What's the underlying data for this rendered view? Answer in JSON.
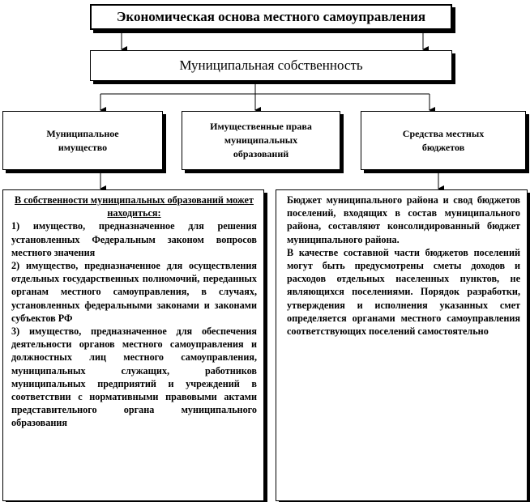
{
  "title": "Экономическая основа местного самоуправления",
  "municipal_property": "Муниципальная собственность",
  "categories": [
    "Муниципальное имущество",
    "Имущественные права муниципальных образований",
    "Средства местных бюджетов"
  ],
  "left_panel": {
    "heading": "В собственности муниципальных образований может находиться:",
    "items": [
      "1) имущество, предназначенное для решения установленных Федеральным законом вопросов местного значения",
      "2) имущество, предназначенное для осуществления отдельных государственных полномочий, переданных органам местного самоуправления, в случаях, установленных федеральными законами и законами субъектов РФ",
      "3) имущество, предназначенное для обеспечения деятельности органов местного самоуправления и должностных лиц местного самоуправления, муниципальных служащих, работников муниципальных предприятий и учреждений в соответствии с нормативными правовыми актами представительного органа муниципального образования"
    ]
  },
  "right_panel": {
    "paragraphs": [
      "Бюджет муниципального района и свод бюджетов поселений, входящих в состав муниципального района, составляют консолидированный бюджет муниципального района.",
      "В качестве составной части бюджетов поселений могут быть предусмотрены сметы доходов и расходов отдельных населенных пунктов, не являющихся поселениями. Порядок разработки, утверждения и исполнения указанных смет определяется органами местного самоуправления соответствующих поселений самостоятельно"
    ]
  }
}
